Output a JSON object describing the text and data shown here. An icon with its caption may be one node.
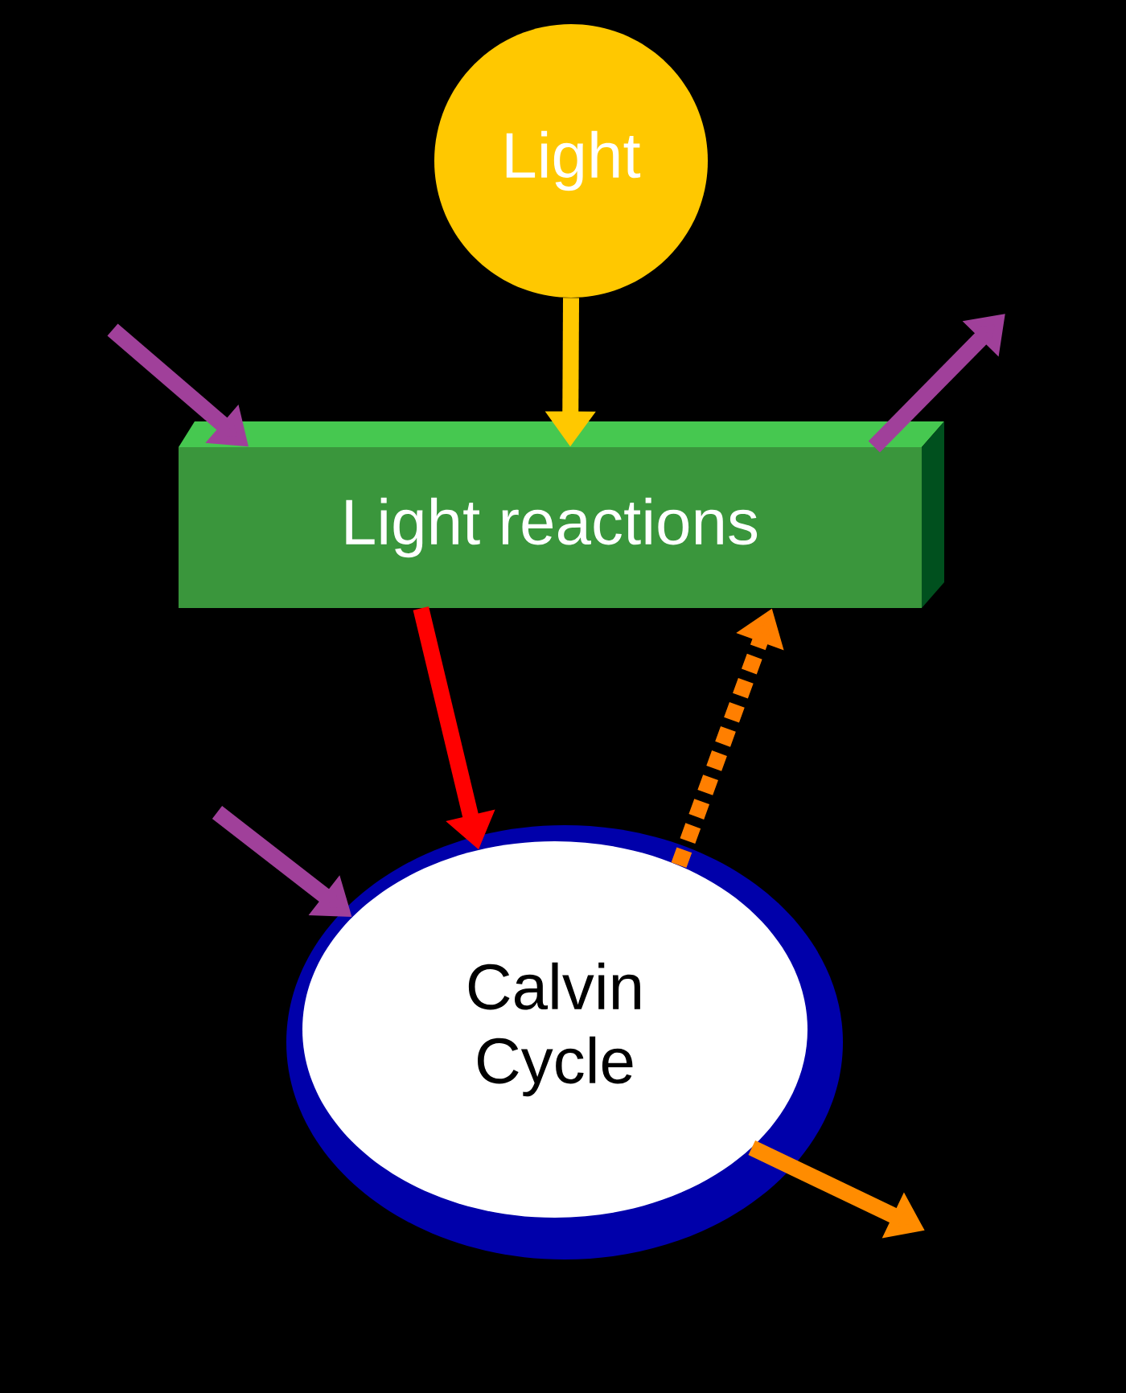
{
  "diagram": {
    "nodes": [
      {
        "text": [
          "Light"
        ]
      },
      {
        "text": [
          "Light reactions"
        ]
      },
      {
        "text": [
          "Calvin Cycle"
        ]
      }
    ],
    "edges": [
      {
        "from": 0,
        "to": 1,
        "arrow": "to",
        "color": "#ffc800"
      },
      {
        "from": null,
        "to": 1,
        "arrow": "to",
        "color": "#a0409a"
      },
      {
        "from": 1,
        "to": null,
        "arrow": "to",
        "color": "#a0409a"
      },
      {
        "from": 1,
        "to": 2,
        "arrow": "to",
        "color": "#ff0000"
      },
      {
        "from": 2,
        "to": 1,
        "arrow": "to",
        "style": "dashed",
        "color": "#ff7f00"
      },
      {
        "from": null,
        "to": 2,
        "arrow": "to",
        "color": "#a0409a"
      },
      {
        "from": 2,
        "to": null,
        "arrow": "to",
        "color": "#ff8c00"
      }
    ]
  }
}
